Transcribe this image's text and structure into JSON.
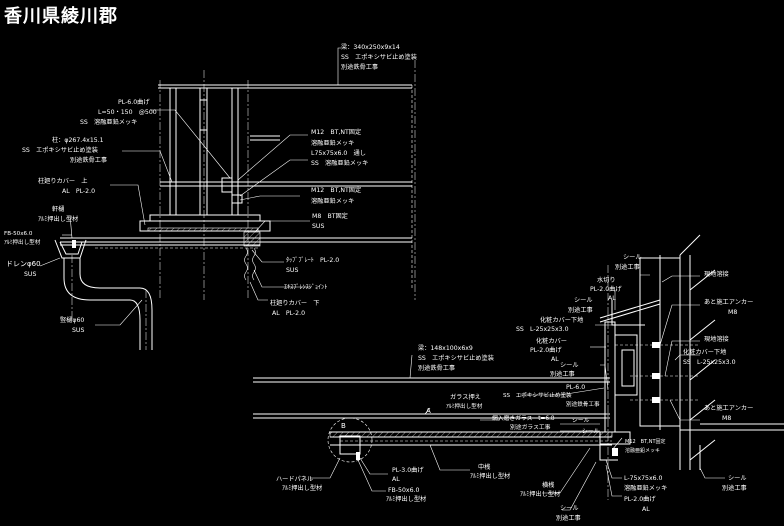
{
  "title": "香川県綾川郡",
  "labels": {
    "beam_top": [
      "梁：340x250x9x14",
      "SS　エポキシサビ止め塗装",
      "別途鉄骨工事"
    ],
    "pl6": [
      "PL-6.0曲げ",
      "L=50・150　@500",
      "SS　溶融亜鉛メッキ"
    ],
    "column": [
      "柱：φ267.4x15.1",
      "SS　エポキシサビ止め塗装",
      "別途鉄骨工事"
    ],
    "m12_a": [
      "M12　BT,NT固定",
      "溶融亜鉛メッキ"
    ],
    "l75_a": [
      "L75x75x6.0　通し",
      "SS　溶融亜鉛メッキ"
    ],
    "col_cover_top": [
      "柱廻りカバー　上",
      "AL　PL-2.0"
    ],
    "m12_b": [
      "M12　BT,NT固定",
      "溶融亜鉛メッキ"
    ],
    "eaves": [
      "軒樋",
      "ｱﾙﾐ押出し型材"
    ],
    "fb50_a": [
      "FB-50x6.0",
      "ｱﾙﾐ押出し型材"
    ],
    "m8": [
      "M8　BT固定",
      "SUS"
    ],
    "drain": [
      "ドレンφ60",
      "SUS"
    ],
    "tapplate": [
      "ﾀｯﾌﾟﾌﾟﾚｰﾄ　PL-2.0",
      "SUS"
    ],
    "expansion": "ｴｷｽﾌﾟﾚﾝｽｼﾞｮｲﾝﾄ",
    "col_cover_bottom": [
      "柱廻りカバー　下",
      "AL　PL-2.0"
    ],
    "downpipe": [
      "竪樋φ60",
      "SUS"
    ],
    "seal_a": [
      "シール",
      "別途工事"
    ],
    "water": [
      "水切り",
      "PL-2.0曲げ",
      "AL"
    ],
    "seal_b": [
      "シール",
      "別途工事"
    ],
    "site_weld_a": "現地溶接",
    "anchor_a": [
      "あと施工アンカー",
      "M8"
    ],
    "cosmetic_cover": [
      "化粧カバー",
      "PL-2.0曲げ",
      "AL"
    ],
    "cosmetic_base": [
      "化粧カバー下地",
      "SS　L-25x25x3.0"
    ],
    "site_weld_b": "現地溶接",
    "beam_mid": [
      "梁：148x100x6x9",
      "SS　エポキシサビ止め塗装",
      "別途鉄骨工事"
    ],
    "cosmetic_cover_base2": [
      "化粧カバー下地",
      "SS　L-25x25x3.0"
    ],
    "seal_c": [
      "シール",
      "別途工事"
    ],
    "pl6_b": [
      "PL-6.0",
      "SS　エポキシサビ止め塗装",
      "別途鉄骨工事"
    ],
    "glass_hold": [
      "ガラス押え",
      "ｱﾙﾐ押出し型材"
    ],
    "glass": [
      "網入磨きガラス　t=6.8",
      "別途ガラス工事"
    ],
    "seal_d": "シール",
    "seal_e": "シール",
    "marker_a": "A",
    "marker_b": "B",
    "anchor_b": [
      "あと施工アンカー",
      "M8"
    ],
    "m12_c": [
      "M12　BT,NT固定",
      "溶融亜鉛メッキ"
    ],
    "mid_frame": [
      "中桟",
      "ｱﾙﾐ押出し型材"
    ],
    "pl3": [
      "PL-3.0曲げ",
      "AL"
    ],
    "hard_panel": [
      "ハードパネル",
      "ｱﾙﾐ押出し型材"
    ],
    "fb50_b": [
      "FB-50x6.0",
      "ｱﾙﾐ押出し型材"
    ],
    "cross_frame": [
      "横桟",
      "ｱﾙﾐ押出し型材"
    ],
    "l75_b": [
      "L-75x75x6.0",
      "溶融亜鉛メッキ"
    ],
    "pl2": [
      "PL-2.0曲げ",
      "AL"
    ],
    "seal_f": [
      "シール",
      "別途工事"
    ],
    "seal_g": [
      "シール",
      "別途工事"
    ]
  }
}
